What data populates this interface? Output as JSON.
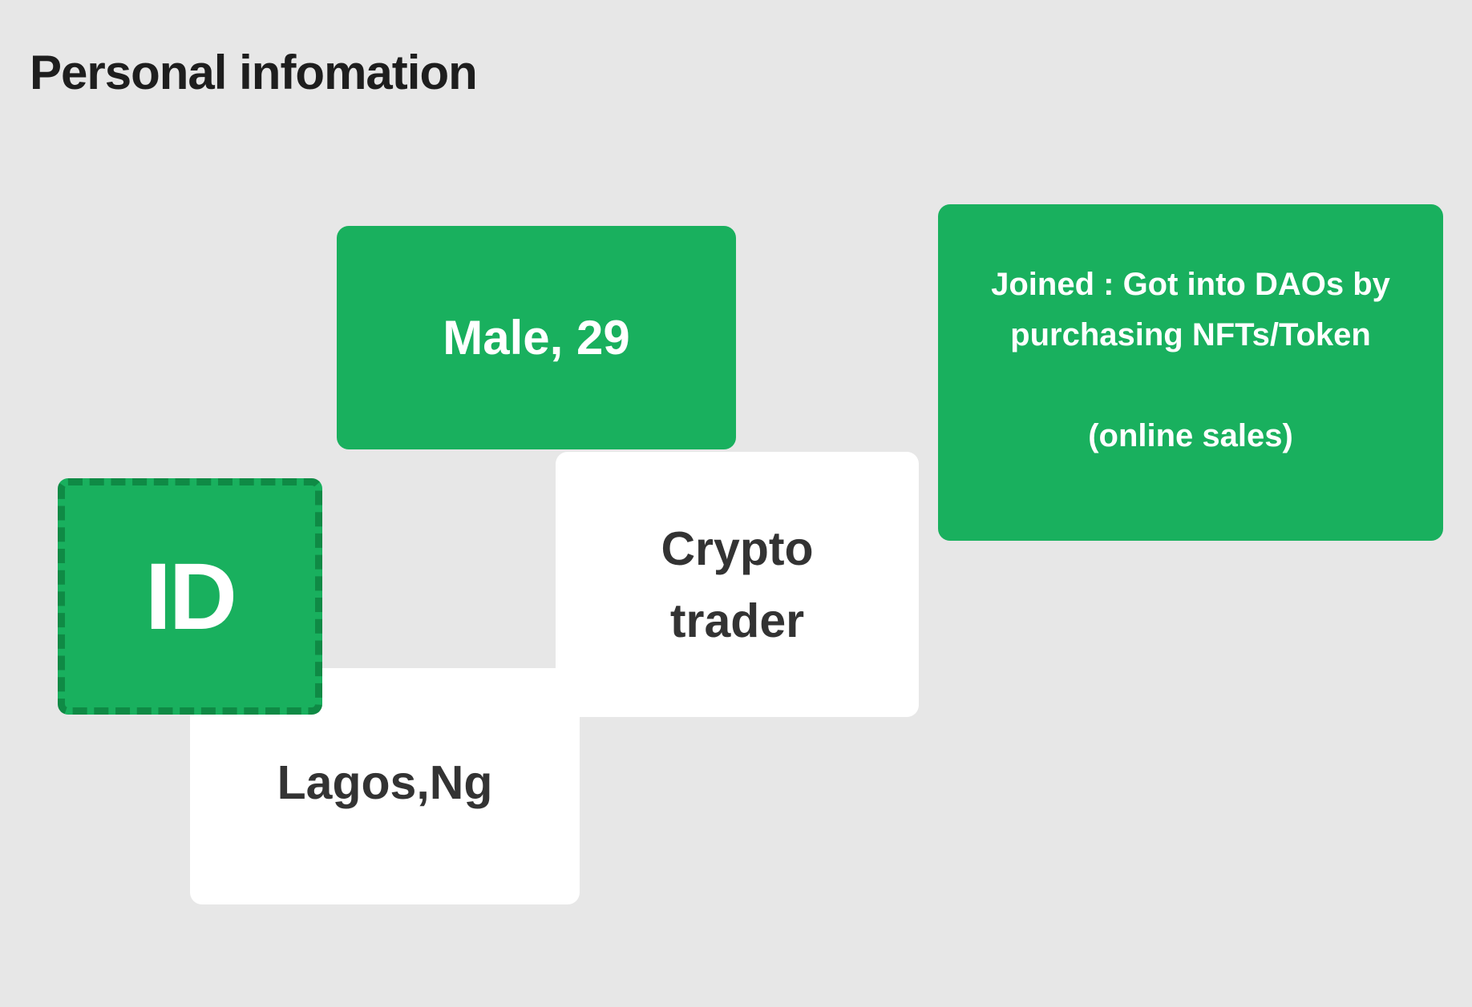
{
  "page": {
    "title": "Personal infomation"
  },
  "cards": {
    "id": "ID",
    "demographic": "Male, 29",
    "occupation": "Crypto\ntrader",
    "location": "Lagos,Ng",
    "joined": "Joined : Got into DAOs by\npurchasing NFTs/Token\n\n(online sales)"
  },
  "colors": {
    "background": "#e7e7e7",
    "green": "#19b05e",
    "green_border": "#0f8a45",
    "white": "#ffffff",
    "dark_text": "#333333"
  }
}
